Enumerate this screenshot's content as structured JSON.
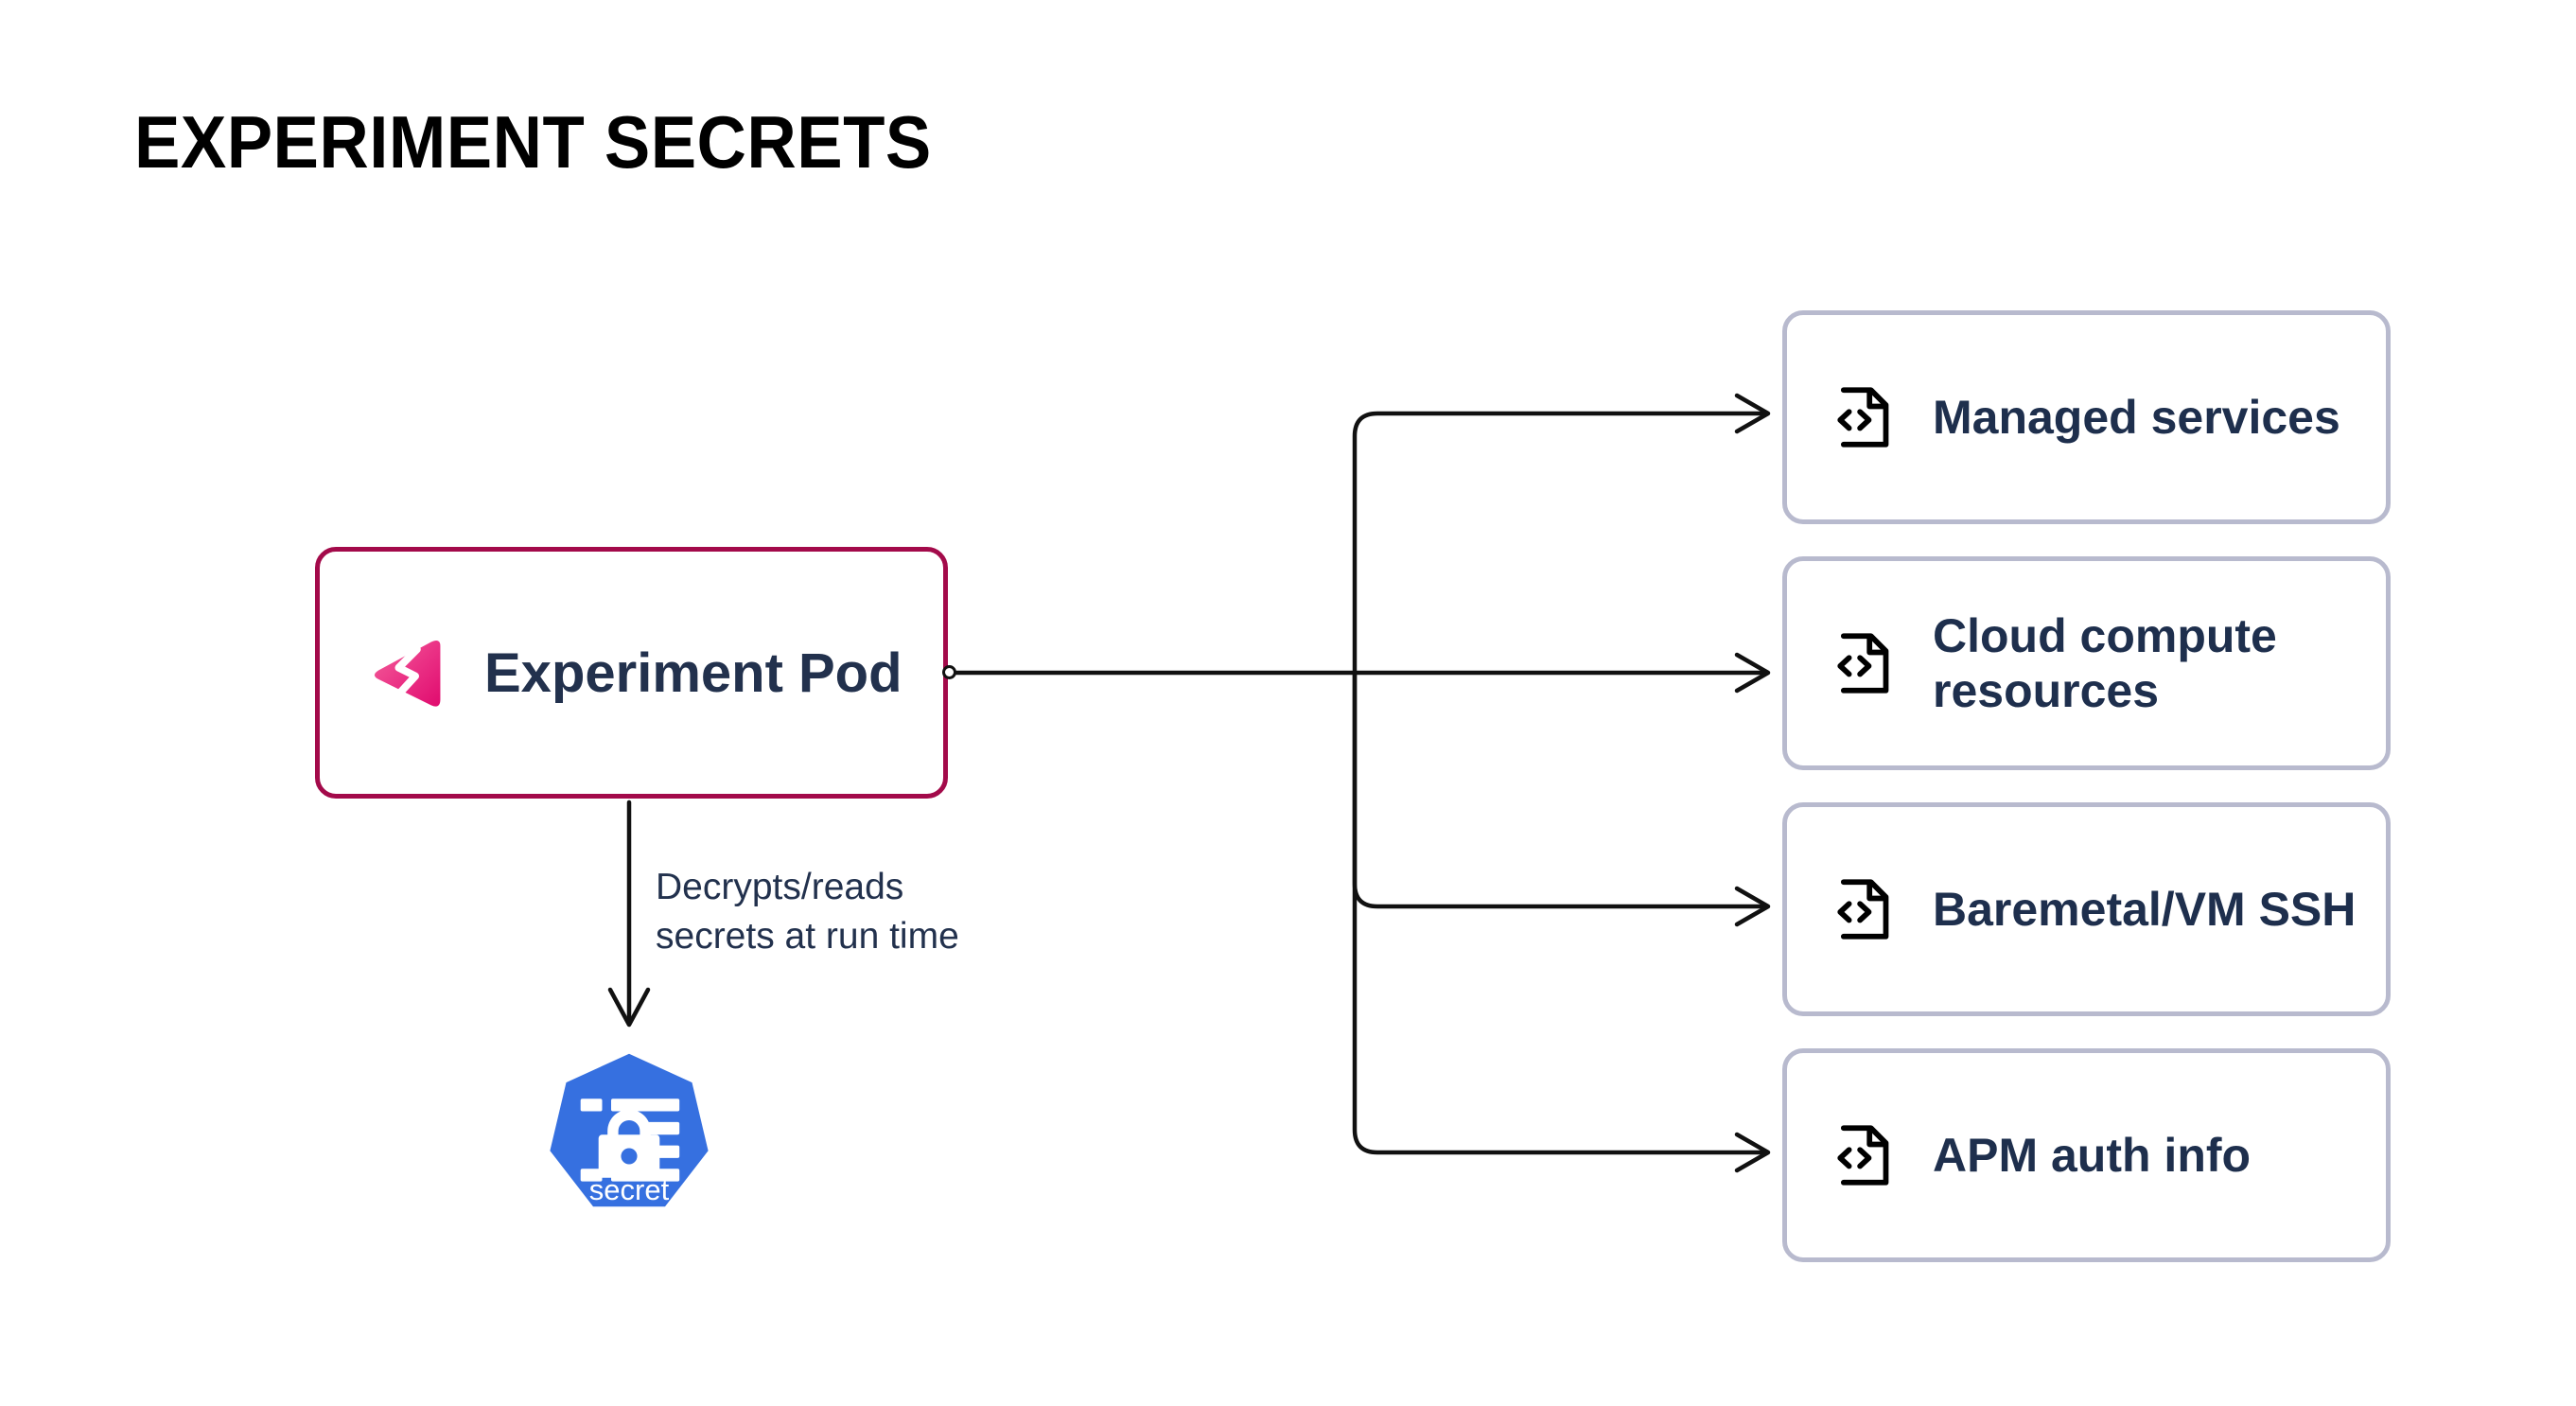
{
  "page": {
    "title": "EXPERIMENT SECRETS",
    "background_color": "#ffffff"
  },
  "colors": {
    "pod_border": "#a30a4a",
    "pod_logo_pink_light": "#f2518f",
    "pod_logo_pink_dark": "#e3147a",
    "card_border": "#b8bace",
    "text_navy": "#1e2f4d",
    "connector": "#111111",
    "secret_blue": "#3670e0"
  },
  "source_node": {
    "label": "Experiment Pod",
    "icon": "chaos-experiment-logo",
    "port_icon": "connector-port-circle"
  },
  "secret_node": {
    "label": "secret",
    "icon": "kubernetes-secret-icon"
  },
  "edge_label": {
    "text": "Decrypts/reads\nsecrets at run time"
  },
  "targets": [
    {
      "label": "Managed services",
      "icon": "file-code-icon"
    },
    {
      "label": "Cloud compute resources",
      "icon": "file-code-icon"
    },
    {
      "label": "Baremetal/VM SSH",
      "icon": "file-code-icon"
    },
    {
      "label": "APM auth info",
      "icon": "file-code-icon"
    }
  ]
}
